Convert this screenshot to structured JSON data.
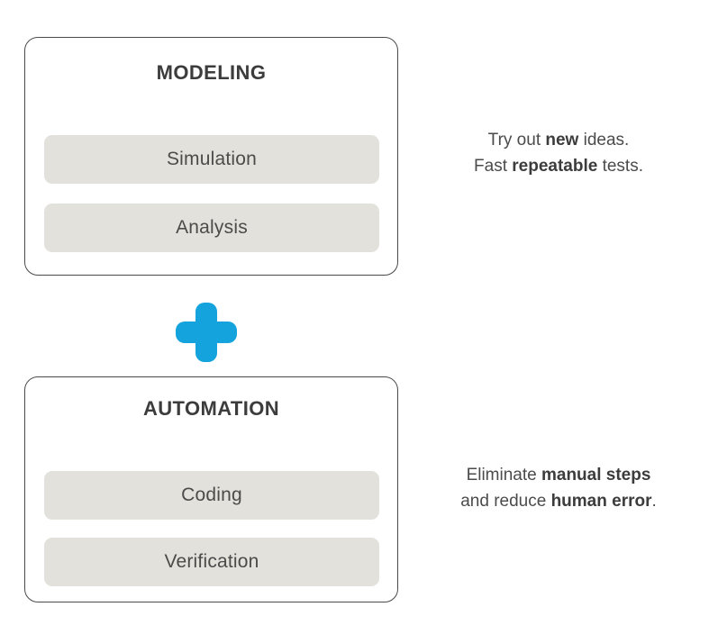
{
  "meta": {
    "accent_color": "#14a3dc",
    "card_border_color": "#4a4a4a",
    "pill_color": "#e2e1dc",
    "heading_color": "#3c3c3c",
    "body_color": "#4b4b4b"
  },
  "blocks": [
    {
      "id": "modeling",
      "title": "MODELING",
      "items": [
        {
          "label": "Simulation"
        },
        {
          "label": "Analysis"
        }
      ],
      "caption": {
        "line1": {
          "pre": "Try out ",
          "strong": "new",
          "post": " ideas."
        },
        "line2": {
          "pre": "Fast ",
          "strong": "repeatable",
          "post": " tests."
        }
      }
    },
    {
      "id": "automation",
      "title": "AUTOMATION",
      "items": [
        {
          "label": "Coding"
        },
        {
          "label": "Verification"
        }
      ],
      "caption": {
        "line1": {
          "pre": "Eliminate ",
          "strong": "manual steps",
          "post": ""
        },
        "line2": {
          "pre": "and reduce ",
          "strong": "human error",
          "post": "."
        }
      }
    }
  ],
  "connector": {
    "icon": "plus-icon",
    "symbol": "+"
  }
}
